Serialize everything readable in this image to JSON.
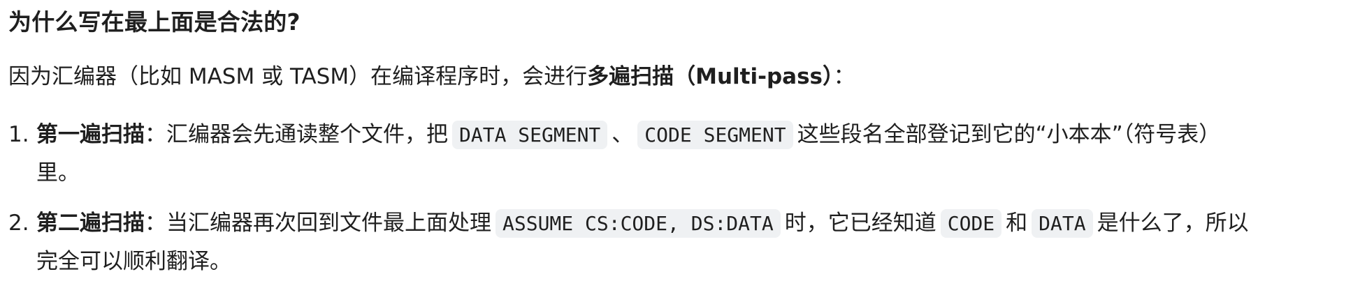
{
  "heading": "为什么写在最上面是合法的?",
  "intro": {
    "prefix": "因为汇编器（比如 MASM 或 TASM）在编译程序时，会进行",
    "bold": "多遍扫描（Multi-pass）",
    "suffix": "："
  },
  "list": [
    {
      "number": "1.",
      "title": "第一遍扫描",
      "sep": "：",
      "text1": "汇编器会先通读整个文件，把",
      "code1": "DATA SEGMENT",
      "text2": "、",
      "code2": "CODE SEGMENT",
      "text3": "这些段名全部登记到它的“小本本”（符号表）里。"
    },
    {
      "number": "2.",
      "title": "第二遍扫描",
      "sep": "：",
      "text1": "当汇编器再次回到文件最上面处理",
      "code1": "ASSUME CS:CODE, DS:DATA",
      "text2": "时，它已经知道",
      "code2": "CODE",
      "text3": "和",
      "code3": "DATA",
      "text4": "是什么了，所以完全可以顺利翻译。"
    }
  ]
}
